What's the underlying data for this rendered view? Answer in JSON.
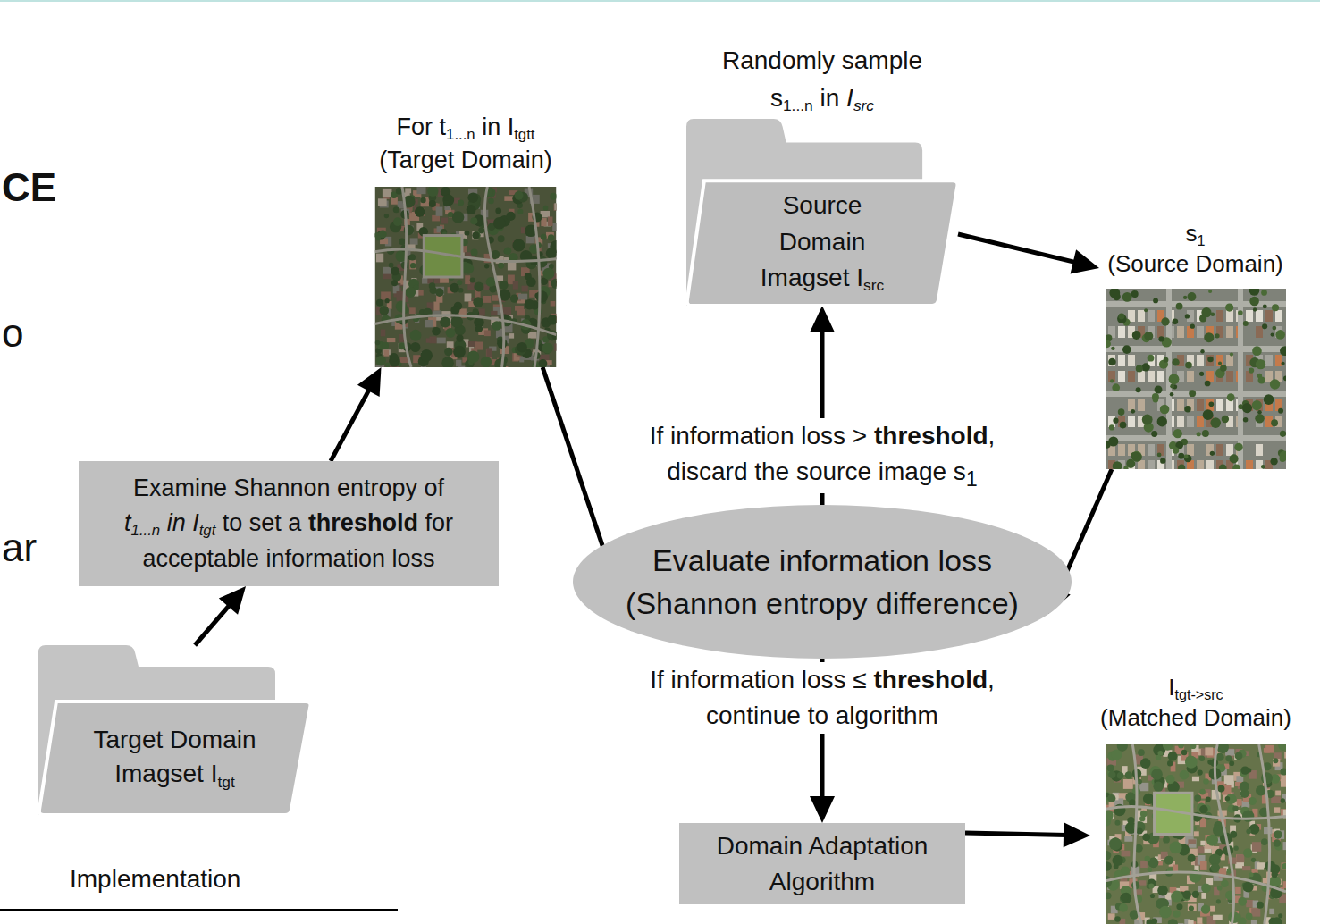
{
  "diagram": {
    "nodes": [
      {
        "text": [
          "Target Domain Imagset Itgt"
        ]
      },
      {
        "text": [
          "Examine Shannon entropy of t1...n in Itgt to set a threshold for acceptable information loss"
        ]
      },
      {
        "text": [
          "For t1...n in Itgtt (Target Domain)"
        ]
      },
      {
        "text": [
          "Randomly sample s1...n in Isrc",
          "Source Domain Imagset Isrc"
        ]
      },
      {
        "text": [
          "s1 (Source Domain)"
        ]
      },
      {
        "text": [
          "Evaluate information loss (Shannon entropy difference)"
        ]
      },
      {
        "text": [
          "Domain Adaptation Algorithm"
        ]
      },
      {
        "text": [
          "Itgt->src (Matched Domain)"
        ]
      }
    ],
    "edges": [
      {
        "from": 0,
        "to": 1,
        "arrow": "to"
      },
      {
        "from": 1,
        "to": 2,
        "arrow": "to"
      },
      {
        "from": 2,
        "to": 5,
        "arrow": "to"
      },
      {
        "from": 4,
        "to": 5,
        "arrow": "to"
      },
      {
        "from": 5,
        "to": 3,
        "arrow": "to",
        "label": "If information loss > threshold, discard the source image s1"
      },
      {
        "from": 3,
        "to": 4,
        "arrow": "to"
      },
      {
        "from": 5,
        "to": 6,
        "arrow": "to",
        "label": "If information loss ≤ threshold, continue to algorithm"
      },
      {
        "from": 6,
        "to": 7,
        "arrow": "to"
      }
    ],
    "labels": [
      "CE",
      "o",
      "ar",
      "Implementation"
    ]
  }
}
